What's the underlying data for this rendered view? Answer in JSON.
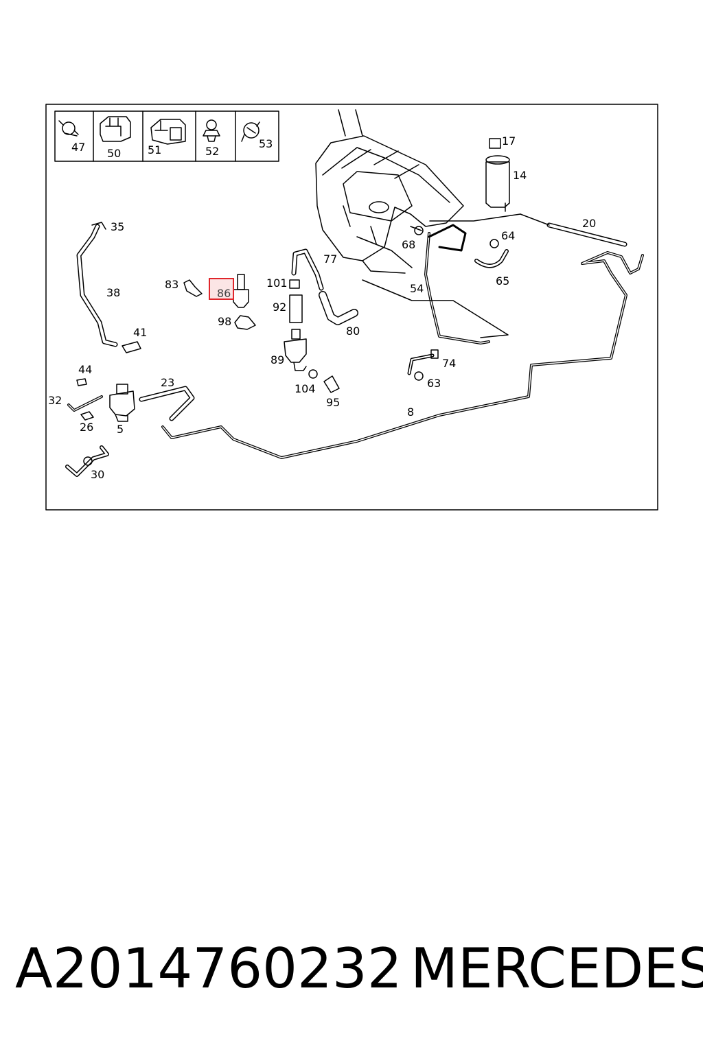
{
  "diagram": {
    "legend_labels": [
      "47",
      "50",
      "51",
      "52",
      "53"
    ],
    "part_labels": {
      "p17": "17",
      "p14": "14",
      "p20": "20",
      "p35": "35",
      "p38": "38",
      "p41": "41",
      "p83": "83",
      "p86": "86",
      "p98": "98",
      "p101": "101",
      "p92": "92",
      "p77": "77",
      "p80": "80",
      "p89": "89",
      "p104": "104",
      "p95": "95",
      "p68": "68",
      "p64": "64",
      "p65": "65",
      "p54": "54",
      "p74": "74",
      "p63": "63",
      "p44": "44",
      "p32": "32",
      "p23": "23",
      "p26": "26",
      "p5": "5",
      "p8": "8",
      "p30": "30"
    },
    "highlighted_part": "86",
    "highlight_color": "#e0262b"
  },
  "caption": {
    "part_number": "A2014760232",
    "brand": "MERCEDES"
  }
}
